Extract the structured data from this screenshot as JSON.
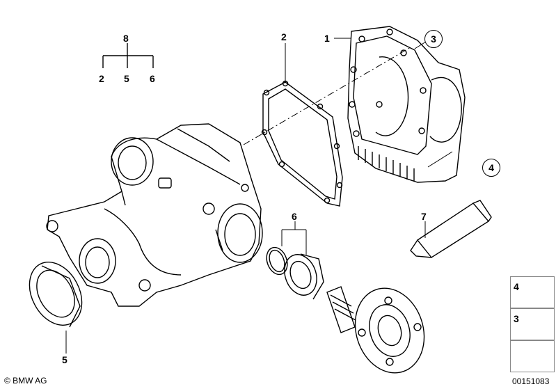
{
  "callouts": {
    "c1": "1",
    "c2_top": "2",
    "c3": "3",
    "c4": "4",
    "c5": "5",
    "c6": "6",
    "c7": "7",
    "tree_root": "8",
    "tree_a": "2",
    "tree_b": "5",
    "tree_c": "6"
  },
  "legend": {
    "item_a": "4",
    "item_b": "3"
  },
  "footer": {
    "copyright": "© BMW AG",
    "part_number": "00151083"
  }
}
